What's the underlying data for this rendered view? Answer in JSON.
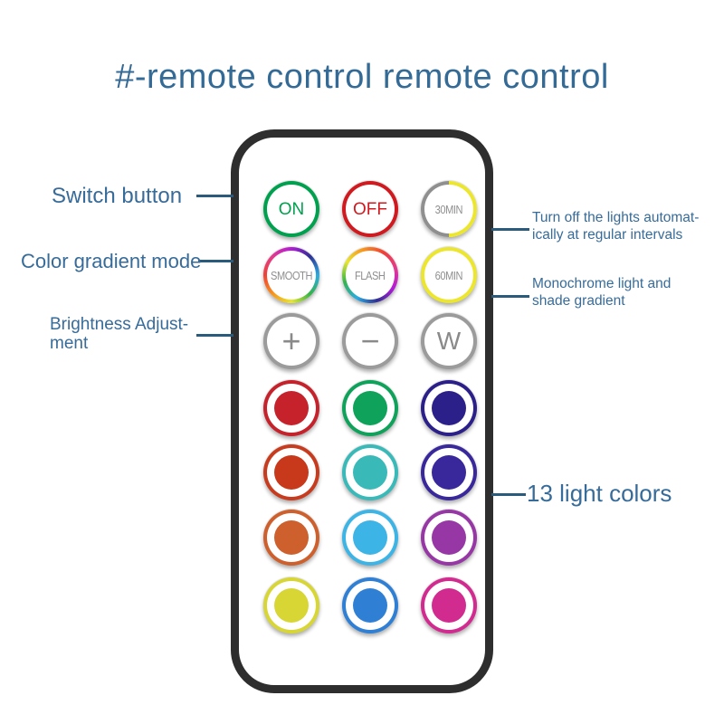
{
  "title": "#-remote control remote control",
  "colors": {
    "title_text": "#336a96",
    "annotation_text": "#376b99",
    "leader_line": "#2a5b7d",
    "remote_border": "#2e2e2e",
    "button_gray": "#8f8f8f"
  },
  "annotations": {
    "left": [
      {
        "label": "Switch button"
      },
      {
        "label": "Color gradient mode"
      },
      {
        "label": "Brightness Adjust-\nment"
      }
    ],
    "right": [
      {
        "label": "Turn off the lights automat-\nically at regular intervals"
      },
      {
        "label": "Monochrome light and\nshade gradient"
      },
      {
        "label": "13 light colors"
      }
    ]
  },
  "remote": {
    "buttons": [
      {
        "name": "on-button",
        "type": "ring",
        "label": "ON",
        "ring": "#00a14e",
        "text_color": "#00a14e",
        "label_size": 19,
        "narrow": false
      },
      {
        "name": "off-button",
        "type": "ring",
        "label": "OFF",
        "ring": "#d11a1f",
        "text_color": "#d11a1f",
        "label_size": 19,
        "narrow": false
      },
      {
        "name": "timer-30min-button",
        "type": "ring",
        "label": "30MIN",
        "ring": "conic-gradient(from 0deg, #ece62c 0deg 180deg, #8f8f8f 180deg 360deg)",
        "text_color": "#8f8f8f",
        "label_size": 13,
        "narrow": true
      },
      {
        "name": "smooth-mode-button",
        "type": "ring",
        "label": "SMOOTH",
        "ring": "conic-gradient(from 0deg, #b21ad8, #2f3192, #2aabe2, #35b44a, #e8e630, #f7941d, #ef4136, #e23a8e, #b21ad8)",
        "text_color": "#8f8f8f",
        "label_size": 13,
        "narrow": true
      },
      {
        "name": "flash-mode-button",
        "type": "ring",
        "label": "FLASH",
        "ring": "conic-gradient(from 120deg, #b21ad8, #2f3192, #2aabe2, #35b44a, #e8e630, #f7941d, #ef4136, #e23a8e, #b21ad8)",
        "text_color": "#8f8f8f",
        "label_size": 13,
        "narrow": true
      },
      {
        "name": "timer-60min-button",
        "type": "ring",
        "label": "60MIN",
        "ring": "#ece62c",
        "text_color": "#8f8f8f",
        "label_size": 13,
        "narrow": true
      },
      {
        "name": "brightness-up-button",
        "type": "ring",
        "label": "+",
        "ring": "#9b9b9b",
        "text_color": "#8a8a8a",
        "label_size": 36,
        "narrow": false
      },
      {
        "name": "brightness-down-button",
        "type": "ring",
        "label": "−",
        "ring": "#9b9b9b",
        "text_color": "#8a8a8a",
        "label_size": 36,
        "narrow": false
      },
      {
        "name": "white-light-button",
        "type": "ring",
        "label": "W",
        "ring": "#9b9b9b",
        "text_color": "#8a8a8a",
        "label_size": 28,
        "narrow": false
      },
      {
        "name": "color-red-button",
        "type": "dot",
        "ring": "#c6222c",
        "color": "#c6222c"
      },
      {
        "name": "color-green-button",
        "type": "dot",
        "ring": "#0fa25a",
        "color": "#0fa25a"
      },
      {
        "name": "color-navy-button",
        "type": "dot",
        "ring": "#2b2089",
        "color": "#2b2089"
      },
      {
        "name": "color-scarlet-button",
        "type": "dot",
        "ring": "#c73c1f",
        "color": "#c8391c"
      },
      {
        "name": "color-teal-button",
        "type": "dot",
        "ring": "#3ab9b9",
        "color": "#3ab9b9"
      },
      {
        "name": "color-indigo-button",
        "type": "dot",
        "ring": "#39289c",
        "color": "#39289c"
      },
      {
        "name": "color-orange-button",
        "type": "dot",
        "ring": "#cd602d",
        "color": "#cd602d"
      },
      {
        "name": "color-sky-blue-button",
        "type": "dot",
        "ring": "#3db4e6",
        "color": "#3db4e6"
      },
      {
        "name": "color-purple-button",
        "type": "dot",
        "ring": "#9737a5",
        "color": "#9737a5"
      },
      {
        "name": "color-yellow-button",
        "type": "dot",
        "ring": "#d8d635",
        "color": "#d8d635"
      },
      {
        "name": "color-blue-button",
        "type": "dot",
        "ring": "#2f80d5",
        "color": "#2f80d5"
      },
      {
        "name": "color-magenta-button",
        "type": "dot",
        "ring": "#d22b90",
        "color": "#d22b90"
      }
    ]
  }
}
